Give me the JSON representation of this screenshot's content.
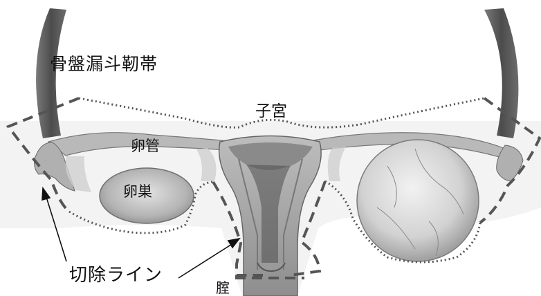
{
  "labels": {
    "ligament": "骨盤漏斗靭帯",
    "uterus": "子宮",
    "tube": "卵管",
    "ovary": "卵巣",
    "cut_line": "切除ライン",
    "vagina": "腟"
  },
  "colors": {
    "tissue": "#a9a9a9",
    "tissue_light": "#cfcfcf",
    "tissue_dark": "#6e6e6e",
    "ligament_band": "#5a5a5a",
    "dashed_line": "#555555",
    "dotted_line": "#555555"
  }
}
